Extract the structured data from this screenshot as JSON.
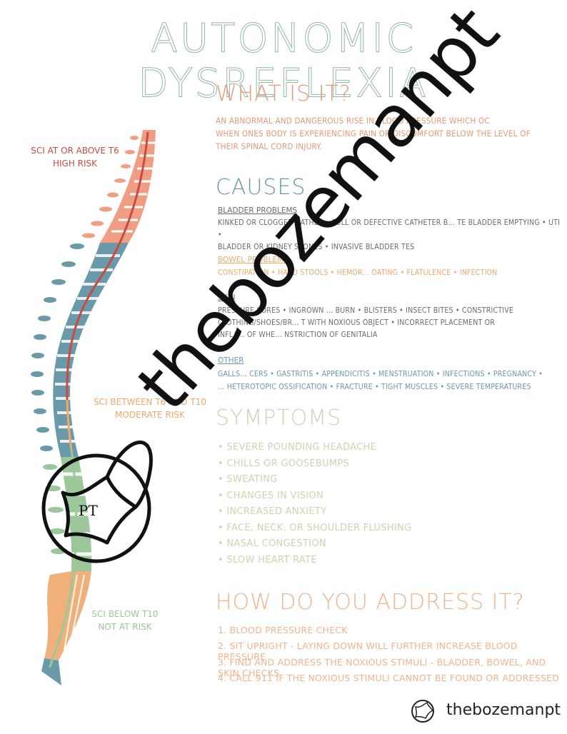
{
  "title": "AUTONOMIC DYSREFLEXIA",
  "what": {
    "heading": "WHAT IS IT?",
    "lines": [
      "AN ABNORMAL AND DANGEROUS RISE IN BLOOD PRESSURE WHICH OC",
      "WHEN ONES BODY IS EXPERIENCING PAIN OR DISCOMFORT BELOW THE LEVEL OF",
      "THEIR SPINAL CORD INJURY."
    ]
  },
  "causes": {
    "heading": "CAUSES",
    "bladder": {
      "label": "BLADDER PROBLEMS",
      "lines": [
        "KINKED OR CLOGGED CATHER • FULL OR DEFECTIVE CATHETER B... TE BLADDER EMPTYING • UTI •",
        "BLADDER OR KIDNEY STONES • INVASIVE BLADDER TES"
      ]
    },
    "bowel": {
      "label": "BOWEL PROBLEMS",
      "lines": [
        "CONSTIPATION • HARD STOOLS • HEMOR... OATING • FLATULENCE • INFECTION"
      ]
    },
    "skin": {
      "label": "SKIN",
      "lines": [
        "PRESSURE SORES • INGROWN ... BURN • BLISTERS • INSECT BITES • CONSTRICTIVE",
        "CLOTHING/SHOES/BR... T WITH NOXIOUS OBJECT • INCORRECT PLACEMENT OR",
        "INFLA... OF WHE... NSTRICTION OF GENITALIA"
      ]
    },
    "other": {
      "label": "OTHER",
      "lines": [
        "GALLS... CERS • GASTRITIS • APPENDICITIS • MENSTRUATION • INFECTIONS • PREGNANCY •",
        "... HETEROTOPIC OSSIFICATION • FRACTURE • TIGHT MUSCLES • SEVERE TEMPERATURES"
      ]
    }
  },
  "symptoms": {
    "heading": "SYMPTOMS",
    "items": [
      "• SEVERE POUNDING HEADACHE",
      "• CHILLS OR GOOSEBUMPS",
      "• SWEATING",
      "• CHANGES IN VISION",
      "• INCREASED ANXIETY",
      "• FACE, NECK, OR SHOULDER FLUSHING",
      "• NASAL CONGESTION",
      "• SLOW HEART RATE"
    ]
  },
  "address": {
    "heading": "HOW DO YOU ADDRESS IT?",
    "steps": [
      "1. BLOOD PRESSURE CHECK",
      "2. SIT UPRIGHT - LAYING DOWN WILL FURTHER INCREASE BLOOD PRESSURE",
      "3. FIND AND ADDRESS THE NOXIOUS STIMULI - BLADDER, BOWEL, AND SKIN CHECKS",
      "4. CALL 911 IF THE NOXIOUS STIMULI CANNOT BE FOUND OR ADDRESSED"
    ]
  },
  "spine_labels": {
    "high": {
      "line1": "SCI AT OR ABOVE T6",
      "line2": "HIGH RISK"
    },
    "moderate": {
      "line1": "SCI BETWEEN T6 AND T10",
      "line2": "MODERATE RISK"
    },
    "low": {
      "line1": "SCI BELOW T10",
      "line2": "NOT AT RISK"
    }
  },
  "watermark": {
    "text": "thebozemanpt",
    "logo_text": "PT"
  },
  "footer": {
    "brand": "thebozemanpt",
    "logo_text": "PT"
  },
  "colors": {
    "title": "#8fb6a6",
    "high": "#c94a3f",
    "cervical": "#ef9e84",
    "thoracic": "#6a9aa9",
    "lumbar": "#9bc79b",
    "sacral": "#f0b07a",
    "coccyx": "#6a9aa9"
  }
}
